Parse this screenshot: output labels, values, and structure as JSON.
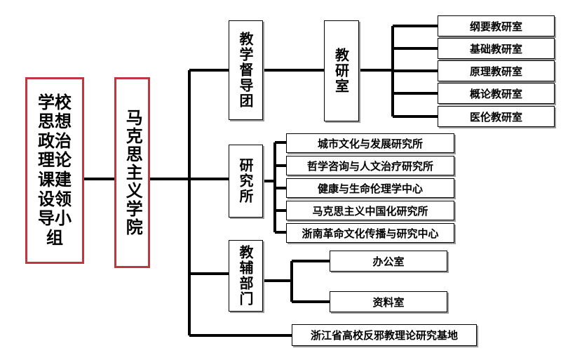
{
  "root": {
    "label": "学校思想政治理论课建设领导小组"
  },
  "college": {
    "label": "马克思主义学院"
  },
  "branches": {
    "teaching_group": {
      "label": "教学督导团"
    },
    "research": {
      "label": "研究所"
    },
    "aux": {
      "label": "教辅部门"
    },
    "base": {
      "label": "浙江省高校反邪教理论研究基地"
    }
  },
  "jiaoyanshi": {
    "label": "教研室",
    "items": [
      "纲要教研室",
      "基础教研室",
      "原理教研室",
      "概论教研室",
      "医伦教研室"
    ]
  },
  "research_items": [
    "城市文化与发展研究所",
    "哲学咨询与人文治疗研究所",
    "健康与生命伦理学中心",
    "马克思主义中国化研究所",
    "浙南革命文化传播与研究中心"
  ],
  "aux_items": [
    "办公室",
    "资料室"
  ],
  "colors": {
    "red_border": "#c0383e",
    "line": "#000000"
  }
}
